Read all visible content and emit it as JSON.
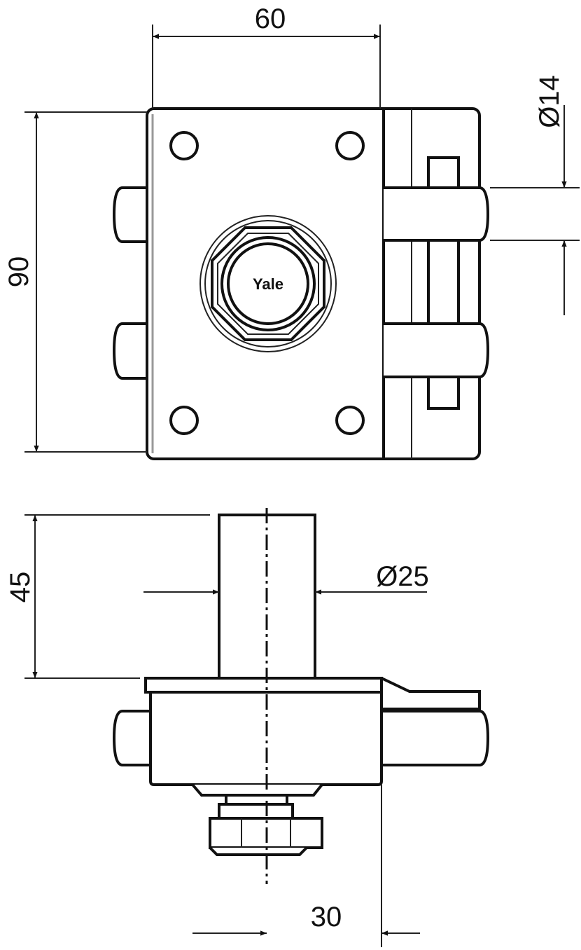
{
  "dimensions": {
    "width": "60",
    "height": "90",
    "bolt_diameter": "Ø14",
    "cylinder_projection": "45",
    "cylinder_diameter": "Ø25",
    "offset": "30"
  },
  "logo": "Yale"
}
